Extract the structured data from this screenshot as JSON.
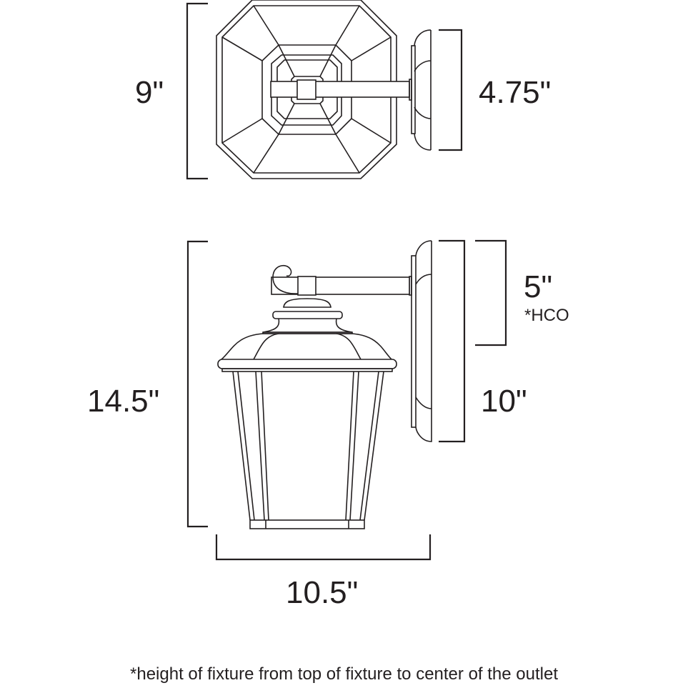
{
  "dimensions": {
    "top_height": "9\"",
    "top_backplate": "4.75\"",
    "overall_height": "14.5\"",
    "backplate_height": "10\"",
    "hco": "5\"",
    "hco_label": "*HCO",
    "width": "10.5\""
  },
  "footnote": "*height of fixture from top of fixture to center of the outlet",
  "colors": {
    "line": "#231f20",
    "background": "#ffffff"
  }
}
